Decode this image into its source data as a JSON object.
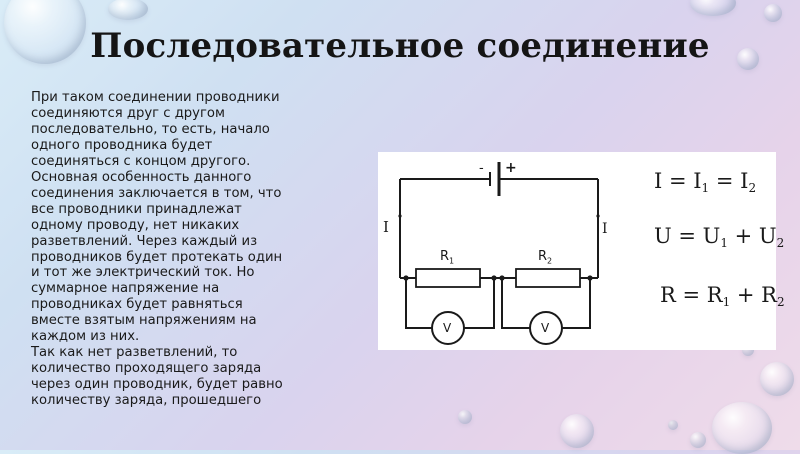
{
  "slide": {
    "title": "Последовательное соединение",
    "paragraph_lines": [
      "При таком соединении проводники",
      "соединяются друг с другом",
      "последовательно, то есть, начало",
      "одного проводника будет",
      "соединяться с концом другого.",
      "Основная особенность данного",
      "соединения заключается в том, что",
      "все проводники принадлежат",
      "одному проводу, нет никаких",
      "разветвлений. Через каждый из",
      "проводников будет протекать один",
      "и тот же электрический ток. Но",
      "суммарное напряжение на",
      "проводниках будет равняться",
      "вместе взятым напряжениям на",
      "каждом из них.",
      "Так как нет разветвлений, то",
      "количество проходящего заряда",
      "через один проводник, будет равно",
      "количеству заряда, прошедшего"
    ]
  },
  "diagram": {
    "battery_minus": "-",
    "battery_plus": "+",
    "current_left": "I",
    "current_right": "I",
    "r1": {
      "base": "R",
      "sub": "1"
    },
    "r2": {
      "base": "R",
      "sub": "2"
    },
    "voltmeter1": "V",
    "voltmeter2": "V"
  },
  "formulas": {
    "current": {
      "a": "I = I",
      "a_sub": "1",
      "b": " = I",
      "b_sub": "2"
    },
    "voltage": {
      "a": "U = U",
      "a_sub": "1",
      "b": " + U",
      "b_sub": "2"
    },
    "resistance": {
      "a": "R = R",
      "a_sub": "1",
      "b": " + R",
      "b_sub": "2"
    }
  }
}
